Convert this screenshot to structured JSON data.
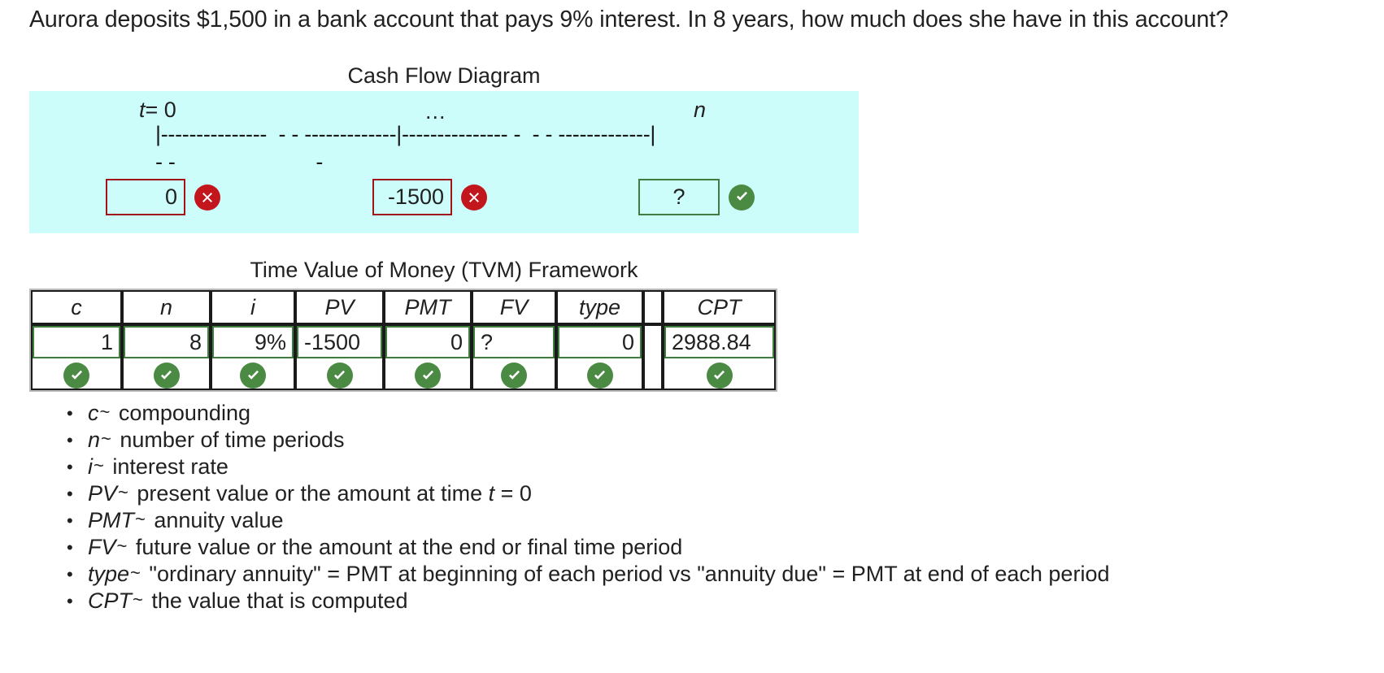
{
  "question": "Aurora deposits $1,500 in a bank account that pays 9% interest.  In 8 years, how much does she have in this account?",
  "cash_flow_diagram": {
    "title": "Cash Flow Diagram",
    "background_color": "#cdfdfa",
    "labels": {
      "start": "t = 0",
      "start_sym": "t",
      "start_eq": "= 0",
      "middle": "...",
      "end": "n"
    },
    "timeline_row": "|---------------  - - -------------|--------------- -  - - -------------|",
    "dash_row": "- -                        -",
    "entries": [
      {
        "value": "0",
        "status": "invalid",
        "status_icon": "x-circle-icon",
        "border_color": "#a01318",
        "align": "right"
      },
      {
        "value": "-1500",
        "status": "invalid",
        "status_icon": "x-circle-icon",
        "border_color": "#a01318",
        "align": "right"
      },
      {
        "value": "?",
        "status": "valid",
        "status_icon": "check-circle-icon",
        "border_color": "#3f7d3f",
        "align": "center"
      }
    ]
  },
  "tvm": {
    "title": "Time Value of Money (TVM) Framework",
    "headers": [
      "c",
      "n",
      "i",
      "PV",
      "PMT",
      "FV",
      "type",
      "",
      "CPT"
    ],
    "values": {
      "c": "1",
      "n": "8",
      "i": "9%",
      "pv": "-1500",
      "pmt": "0",
      "fv": "?",
      "type": "0",
      "cpt": "2988.84"
    },
    "statuses": {
      "c": "valid",
      "n": "valid",
      "i": "valid",
      "pv": "valid",
      "pmt": "valid",
      "fv": "valid",
      "type": "valid",
      "cpt": "valid"
    },
    "status_icon": "check-circle-icon",
    "valid_color": "#4a8a43",
    "invalid_color": "#c2161c"
  },
  "legend": [
    {
      "symbol": "c",
      "tilde": "~",
      "text": " compounding"
    },
    {
      "symbol": "n",
      "tilde": "~",
      "text": " number of time periods"
    },
    {
      "symbol": "i",
      "tilde": "~",
      "text": " interest rate"
    },
    {
      "symbol": "PV",
      "tilde": "~",
      "text": " present value or the amount at time ",
      "suffix_sym": "t",
      "suffix_text": " = 0"
    },
    {
      "symbol": "PMT",
      "tilde": "~",
      "text": " annuity value"
    },
    {
      "symbol": "FV",
      "tilde": "~",
      "text": " future value or the amount at the end or final time period"
    },
    {
      "symbol": "type",
      "tilde": "~",
      "text": " \"ordinary annuity\" = PMT at beginning of each period vs \"annuity due\" = PMT at end of each period"
    },
    {
      "symbol": "CPT",
      "tilde": "~",
      "text": " the value that is computed"
    }
  ]
}
